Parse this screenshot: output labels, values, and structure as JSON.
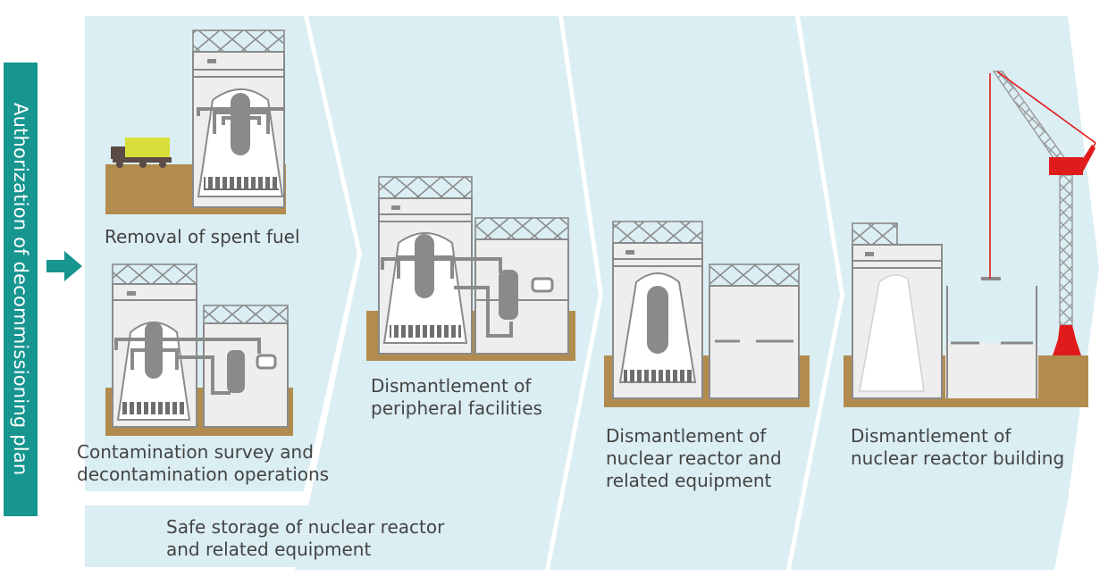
{
  "authorization_label": "Authorization of decommissioning plan",
  "steps": {
    "removal_fuel": "Removal of spent fuel",
    "contamination": "Contamination survey and\ndecontamination operations",
    "peripheral": "Dismantlement of\nperipheral facilities",
    "reactor": "Dismantlement of\nnuclear reactor and\nrelated equipment",
    "building": "Dismantlement of\nnuclear reactor building"
  },
  "safe_storage": "Safe storage of nuclear reactor\nand related equipment",
  "colors": {
    "accent": "#17958f",
    "band": "#dbeef3",
    "ground": "#b28c4e",
    "truck": "#d9df3a",
    "crane_red": "#e01b1b",
    "equipment_gray": "#8a8a8a"
  }
}
